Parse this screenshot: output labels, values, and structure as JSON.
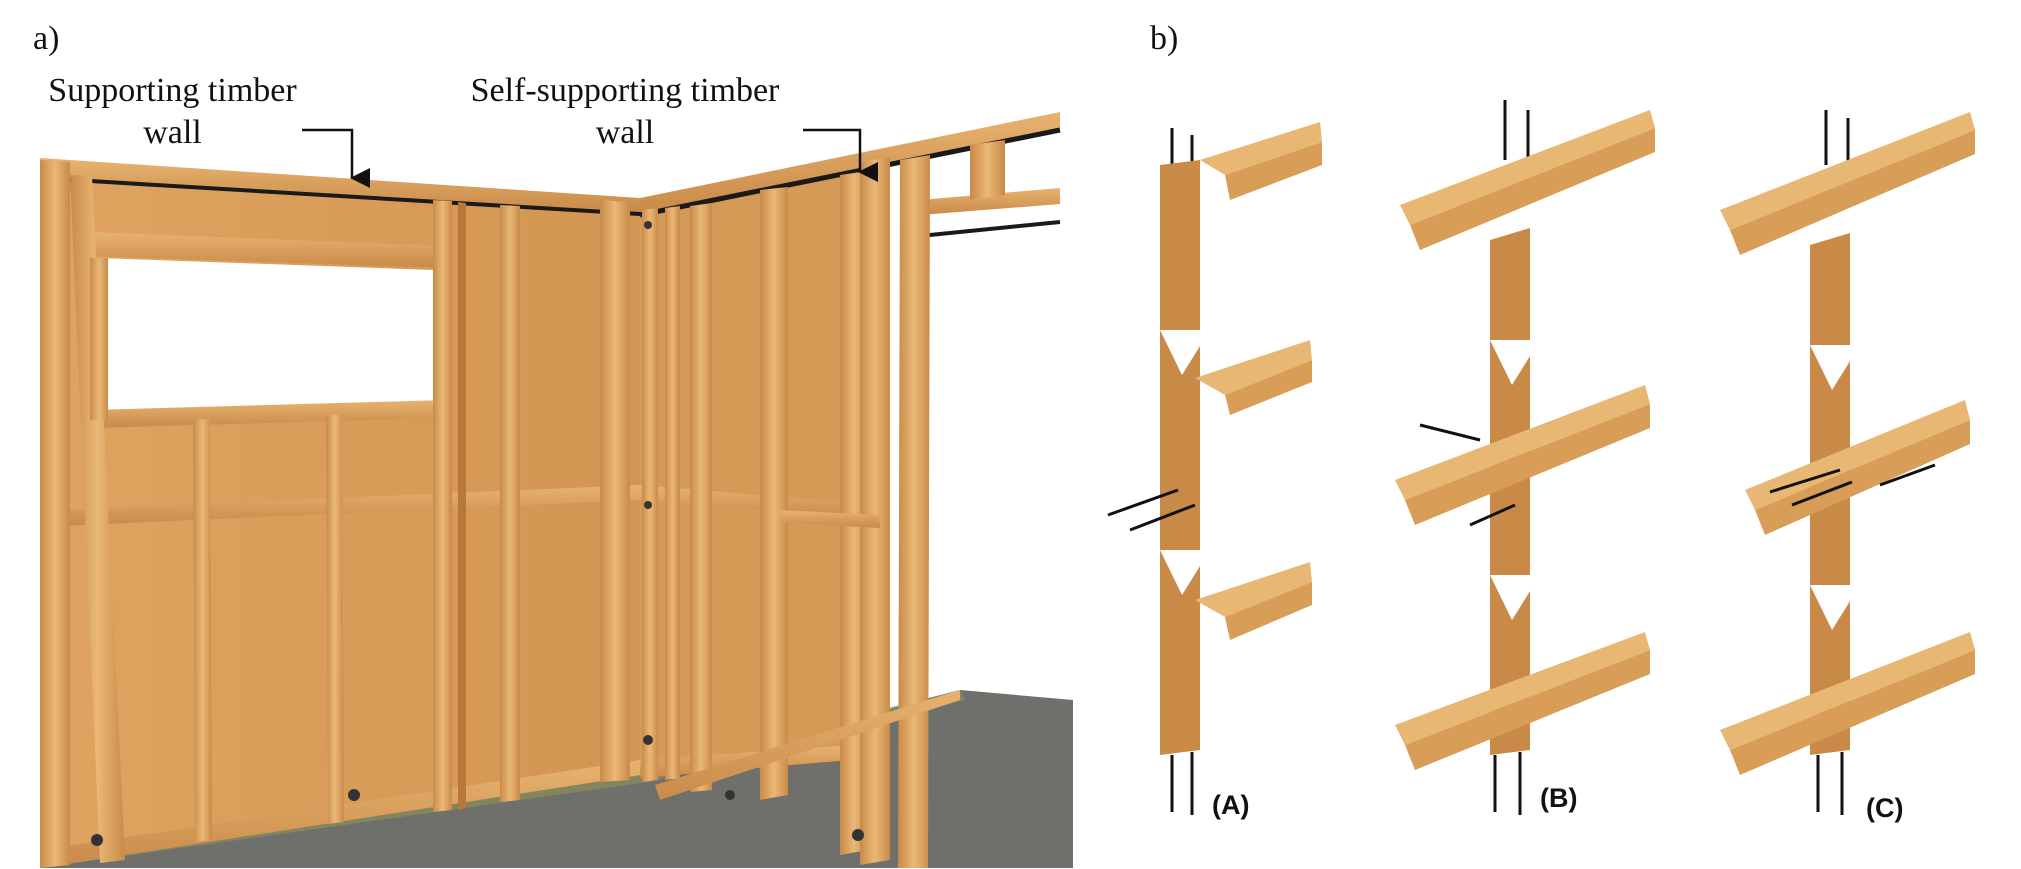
{
  "panel_a": {
    "label": "a)",
    "callouts": [
      {
        "line1": "Supporting timber",
        "line2": "wall"
      },
      {
        "line1": "Self-supporting timber",
        "line2": "wall"
      }
    ]
  },
  "panel_b": {
    "label": "b)",
    "variants": [
      "(A)",
      "(B)",
      "(C)"
    ]
  },
  "colors": {
    "wood_light": "#e9b774",
    "wood_mid": "#d99e55",
    "wood_dark": "#b9773a",
    "floor": "#6e6e6c",
    "beam_line": "#1a1a1a"
  }
}
